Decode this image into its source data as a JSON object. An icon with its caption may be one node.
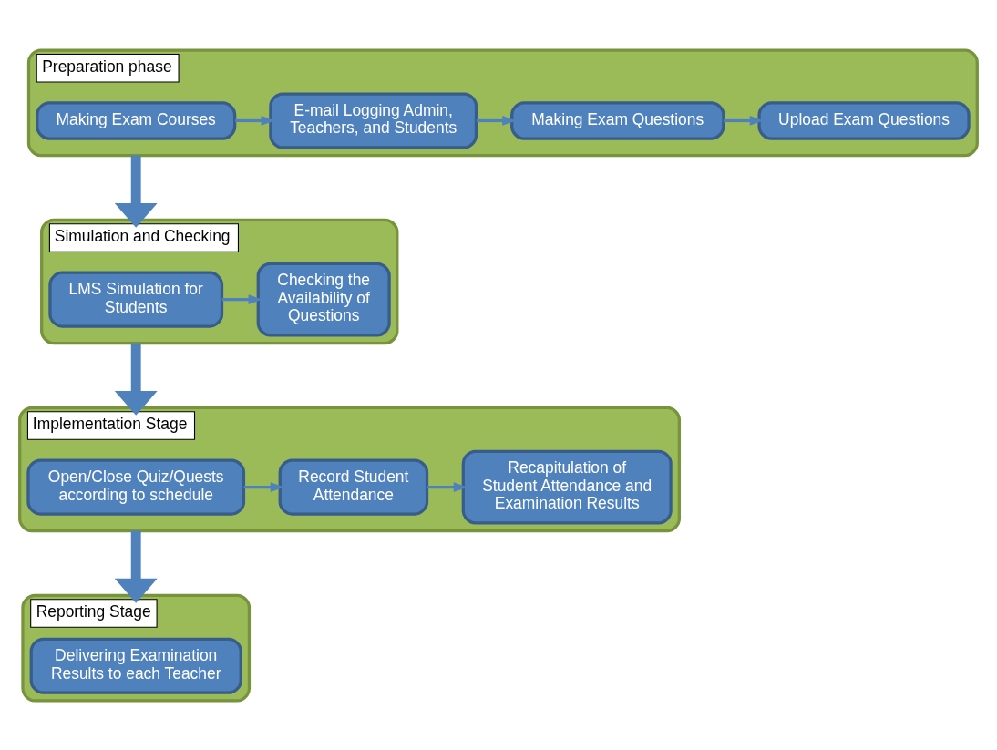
{
  "diagram": {
    "nodes": [
      {
        "text": [
          "Preparation phase"
        ]
      },
      {
        "text": [
          "Making Exam Courses"
        ],
        "in": 0
      },
      {
        "text": [
          "E-mail Logging Admin, Teachers, and Students"
        ],
        "in": 0
      },
      {
        "text": [
          "Making Exam Questions"
        ],
        "in": 0
      },
      {
        "text": [
          "Upload Exam Questions"
        ],
        "in": 0
      },
      {
        "text": [
          "Simulation and Checking"
        ]
      },
      {
        "text": [
          "LMS Simulation for Students"
        ],
        "in": 5
      },
      {
        "text": [
          "Checking the Availability of Questions"
        ],
        "in": 5
      },
      {
        "text": [
          "Implementation Stage"
        ]
      },
      {
        "text": [
          "Open/Close Quiz/Quests according to schedule"
        ],
        "in": 8
      },
      {
        "text": [
          "Record Student Attendance"
        ],
        "in": 8
      },
      {
        "text": [
          "Recapitulation of Student Attendance and Examination Results"
        ],
        "in": 8
      },
      {
        "text": [
          "Reporting Stage"
        ]
      },
      {
        "text": [
          "Delivering Examination Results to each Teacher"
        ],
        "in": 12
      }
    ],
    "edges": [
      {
        "from": 1,
        "to": 2,
        "arrow": "to"
      },
      {
        "from": 2,
        "to": 3,
        "arrow": "to"
      },
      {
        "from": 3,
        "to": 4,
        "arrow": "to"
      },
      {
        "from": 0,
        "to": 5,
        "arrow": "to",
        "style": "thick"
      },
      {
        "from": 6,
        "to": 7,
        "arrow": "to"
      },
      {
        "from": 5,
        "to": 8,
        "arrow": "to",
        "style": "thick"
      },
      {
        "from": 9,
        "to": 10,
        "arrow": "to"
      },
      {
        "from": 10,
        "to": 11,
        "arrow": "to"
      },
      {
        "from": 8,
        "to": 12,
        "arrow": "to",
        "style": "thick"
      }
    ]
  }
}
